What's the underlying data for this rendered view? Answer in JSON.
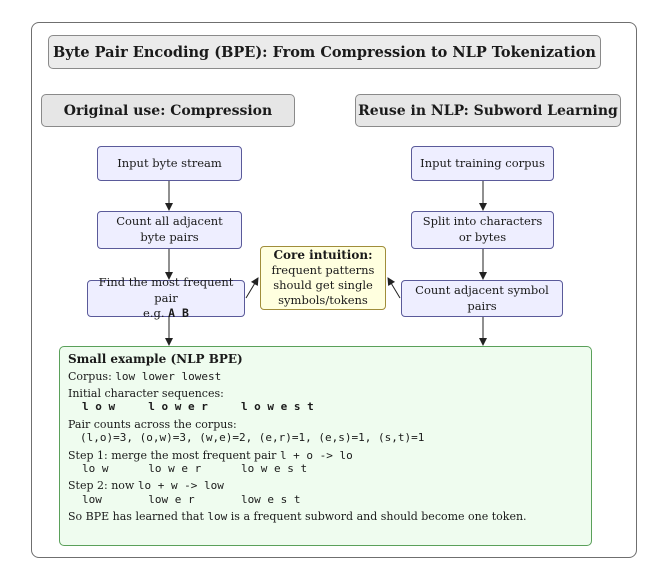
{
  "title": "Byte Pair Encoding (BPE): From Compression to NLP Tokenization",
  "left": {
    "heading": "Original use: Compression",
    "steps": [
      "Input byte stream",
      "Count all adjacent",
      "byte pairs",
      "Find the most frequent pair",
      "e.g. ",
      "A B"
    ]
  },
  "right": {
    "heading": "Reuse in NLP: Subword Learning",
    "steps": [
      "Input training corpus",
      "Split into characters",
      "or bytes",
      "Count adjacent symbol pairs"
    ]
  },
  "core": {
    "heading": "Core intuition:",
    "lines": [
      "frequent patterns",
      "should get single",
      "symbols/tokens"
    ]
  },
  "example": {
    "title": "Small example (NLP BPE)",
    "corpus_label": "Corpus: ",
    "corpus": "low lower lowest",
    "initial_label": "Initial character sequences:",
    "initial_seq": "l o w     l o w e r     l o w e s t",
    "pairs_label": "Pair counts across the corpus:",
    "pairs": "(l,o)=3, (o,w)=3, (w,e)=2, (e,r)=1, (e,s)=1, (s,t)=1",
    "step1_prefix": "Step 1: merge the most frequent pair ",
    "step1_code": "l + o -> lo",
    "step1_seq": "lo w      lo w e r      lo w e s t",
    "step2_prefix": "Step 2: now ",
    "step2_code": "lo + w -> low",
    "step2_seq": "low       low e r       low e s t",
    "conclusion_prefix": "So BPE has learned that ",
    "conclusion_code": "low",
    "conclusion_suffix": " is a frequent subword and should become one token."
  }
}
